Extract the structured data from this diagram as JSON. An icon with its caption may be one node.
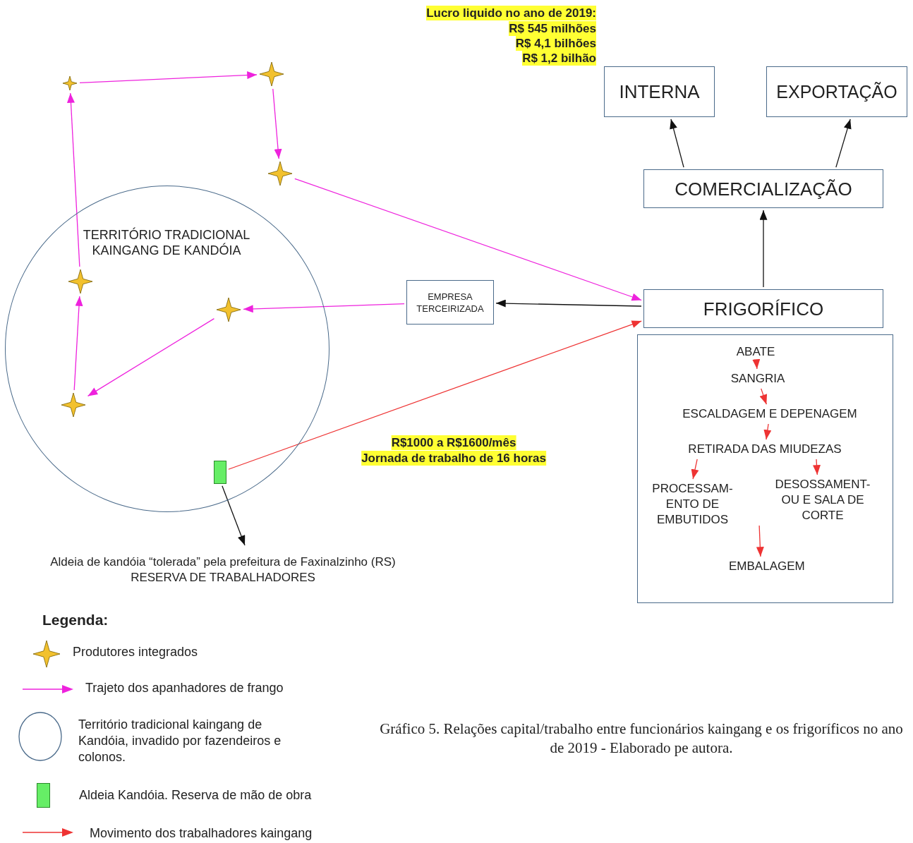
{
  "diagram": {
    "caption": "Gráfico 5.  Relações capital/trabalho entre funcionários kaingang e os frigoríficos no ano de 2019 - Elaborado pe autora.",
    "nodes": [
      {
        "text": [],
        "shape": "star"
      },
      {
        "text": [],
        "shape": "star"
      },
      {
        "text": [],
        "shape": "star"
      },
      {
        "text": [
          "TERRITÓRIO TRADICIONAL KAINGANG DE KANDÓIA"
        ]
      },
      {
        "text": [],
        "shape": "star",
        "in": 3
      },
      {
        "text": [],
        "shape": "star",
        "in": 3
      },
      {
        "text": [],
        "shape": "star",
        "in": 3
      },
      {
        "text": [],
        "shape": "bar",
        "in": 3
      },
      {
        "text": [
          "EMPRESA TERCEIRIZADA"
        ]
      },
      {
        "text": [
          "FRIGORÍFICO"
        ]
      },
      {
        "text": [],
        "shape": "box"
      },
      {
        "text": [
          "ABATE"
        ],
        "in": 10
      },
      {
        "text": [
          "SANGRIA"
        ],
        "in": 10
      },
      {
        "text": [
          "ESCALDAGEM E DEPENAGEM"
        ],
        "in": 10
      },
      {
        "text": [
          "RETIRADA DAS MIUDEZAS"
        ],
        "in": 10
      },
      {
        "text": [
          "PROCESSAM- ENTO DE EMBUTIDOS"
        ],
        "in": 10
      },
      {
        "text": [
          "DESOSSAMENT- OU E SALA DE CORTE"
        ],
        "in": 10
      },
      {
        "text": [
          "EMBALAGEM"
        ],
        "in": 10
      },
      {
        "text": [
          "COMERCIALIZAÇÃO"
        ]
      },
      {
        "text": [
          "INTERNA"
        ]
      },
      {
        "text": [
          "EXPORTAÇÃO"
        ]
      },
      {
        "text": [
          "Aldeia de kandóia “tolerada” pela prefeitura de Faxinalzinho (RS)",
          "RESERVA DE TRABALHADORES"
        ]
      }
    ],
    "edges": [
      {
        "from": 0,
        "to": 1,
        "arrow": "to",
        "color": "#ee22dd"
      },
      {
        "from": 1,
        "to": 2,
        "arrow": "to",
        "color": "#ee22dd"
      },
      {
        "from": 2,
        "to": 9,
        "arrow": "to",
        "color": "#ee22dd"
      },
      {
        "from": 8,
        "to": 5,
        "arrow": "to",
        "color": "#ee22dd"
      },
      {
        "from": 5,
        "to": 6,
        "arrow": "to",
        "color": "#ee22dd"
      },
      {
        "from": 6,
        "to": 4,
        "arrow": "to",
        "color": "#ee22dd"
      },
      {
        "from": 4,
        "to": 0,
        "arrow": "to",
        "color": "#ee22dd"
      },
      {
        "from": 9,
        "to": 8,
        "arrow": "to",
        "color": "#111111"
      },
      {
        "from": 9,
        "to": 18,
        "arrow": "to",
        "color": "#111111"
      },
      {
        "from": 18,
        "to": 19,
        "arrow": "to",
        "color": "#111111"
      },
      {
        "from": 18,
        "to": 20,
        "arrow": "to",
        "color": "#111111"
      },
      {
        "from": 7,
        "to": 9,
        "arrow": "to",
        "color": "#ee3333"
      },
      {
        "from": 7,
        "to": 21,
        "arrow": "to",
        "color": "#111111"
      },
      {
        "from": 11,
        "to": 12,
        "arrow": "to",
        "color": "#ee3333"
      },
      {
        "from": 12,
        "to": 13,
        "arrow": "to",
        "color": "#ee3333"
      },
      {
        "from": 13,
        "to": 14,
        "arrow": "to",
        "color": "#ee3333"
      },
      {
        "from": 14,
        "to": 15,
        "arrow": "to",
        "color": "#ee3333"
      },
      {
        "from": 14,
        "to": 16,
        "arrow": "to",
        "color": "#ee3333"
      },
      {
        "from": 16,
        "to": 17,
        "arrow": "to",
        "color": "#ee3333"
      }
    ],
    "labels": [
      "Lucro liquido no ano de 2019:",
      "R$ 545 milhões",
      "R$ 4,1 bilhões",
      "R$ 1,2 bilhão",
      "R$1000 a R$1600/mês",
      "Jornada de trabalho de 16 horas",
      "Legenda:"
    ],
    "legend": [
      {
        "text": "Produtores integrados"
      },
      {
        "text": "Trajeto dos apanhadores de frango"
      },
      {
        "text": "Território tradicional kaingang de Kandóia, invadido por fazendeiros e colonos."
      },
      {
        "text": "Aldeia Kandóia. Reserva de mão de obra",
        "color": "#66ee66"
      },
      {
        "text": "Movimento dos trabalhadores kaingang"
      }
    ]
  }
}
